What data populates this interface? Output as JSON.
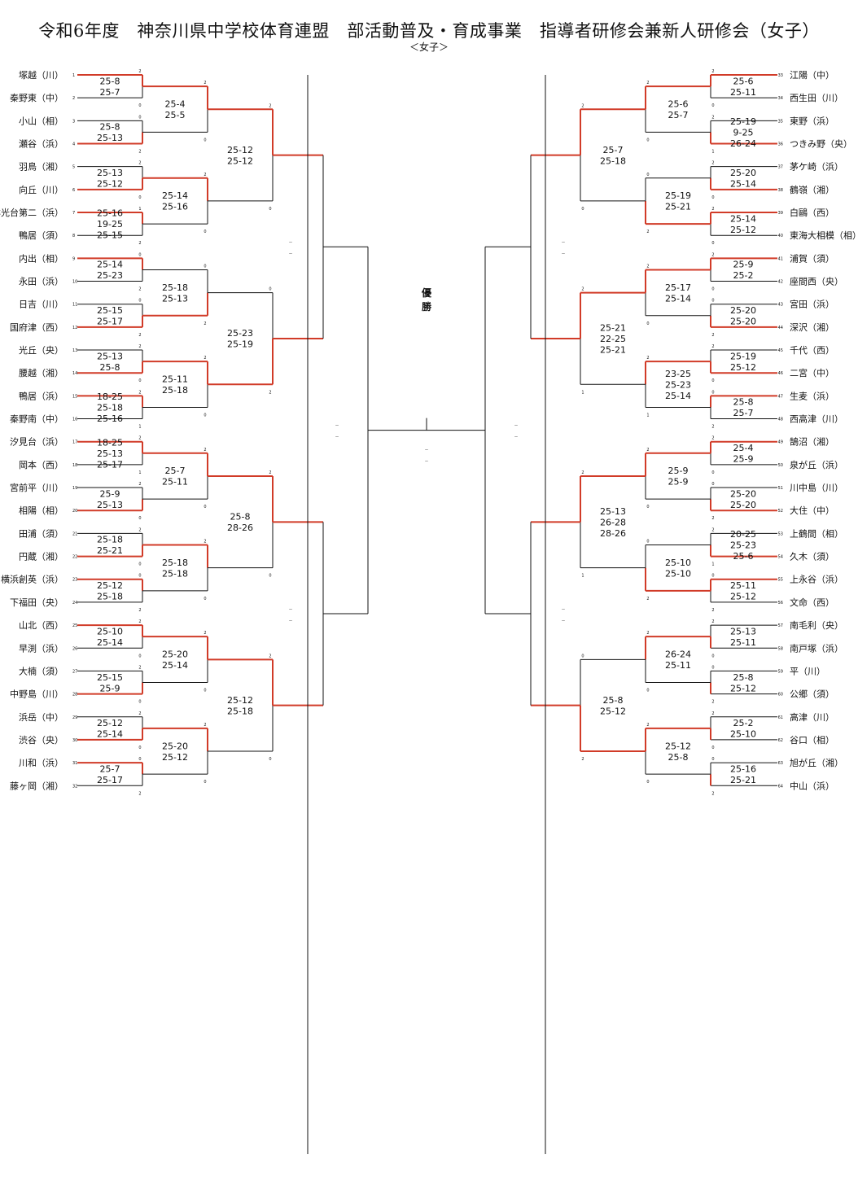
{
  "title": "令和6年度　神奈川県中学校体育連盟　部活動普及・育成事業　指導者研修会兼新人研修会（女子）",
  "subtitle": "＜女子＞",
  "champion_label": "優\n勝",
  "colors": {
    "win": "#d13b28",
    "line": "#111111"
  },
  "teams": [
    {
      "no": "1",
      "name": "塚越（川）"
    },
    {
      "no": "2",
      "name": "秦野東（中）"
    },
    {
      "no": "3",
      "name": "小山（相）"
    },
    {
      "no": "4",
      "name": "瀬谷（浜）"
    },
    {
      "no": "5",
      "name": "羽鳥（湘）"
    },
    {
      "no": "6",
      "name": "向丘（川）"
    },
    {
      "no": "7",
      "name": "洋光台第二（浜）"
    },
    {
      "no": "8",
      "name": "鴨居（須）"
    },
    {
      "no": "9",
      "name": "内出（相）"
    },
    {
      "no": "10",
      "name": "永田（浜）"
    },
    {
      "no": "11",
      "name": "日吉（川）"
    },
    {
      "no": "12",
      "name": "国府津（西）"
    },
    {
      "no": "13",
      "name": "光丘（央）"
    },
    {
      "no": "14",
      "name": "腰越（湘）"
    },
    {
      "no": "15",
      "name": "鴨居（浜）"
    },
    {
      "no": "16",
      "name": "秦野南（中）"
    },
    {
      "no": "17",
      "name": "汐見台（浜）"
    },
    {
      "no": "18",
      "name": "岡本（西）"
    },
    {
      "no": "19",
      "name": "宮前平（川）"
    },
    {
      "no": "20",
      "name": "相陽（相）"
    },
    {
      "no": "21",
      "name": "田浦（須）"
    },
    {
      "no": "22",
      "name": "円蔵（湘）"
    },
    {
      "no": "23",
      "name": "横浜創英（浜）"
    },
    {
      "no": "24",
      "name": "下福田（央）"
    },
    {
      "no": "25",
      "name": "山北（西）"
    },
    {
      "no": "26",
      "name": "早渕（浜）"
    },
    {
      "no": "27",
      "name": "大楠（須）"
    },
    {
      "no": "28",
      "name": "中野島（川）"
    },
    {
      "no": "29",
      "name": "浜岳（中）"
    },
    {
      "no": "30",
      "name": "渋谷（央）"
    },
    {
      "no": "31",
      "name": "川和（浜）"
    },
    {
      "no": "32",
      "name": "藤ヶ岡（湘）"
    },
    {
      "no": "33",
      "name": "江陽（中）"
    },
    {
      "no": "34",
      "name": "西生田（川）"
    },
    {
      "no": "35",
      "name": "東野（浜）"
    },
    {
      "no": "36",
      "name": "つきみ野（央）"
    },
    {
      "no": "37",
      "name": "茅ケ崎（浜）"
    },
    {
      "no": "38",
      "name": "鶴嶺（湘）"
    },
    {
      "no": "39",
      "name": "白鷗（西）"
    },
    {
      "no": "40",
      "name": "東海大相模（相）"
    },
    {
      "no": "41",
      "name": "浦賀（須）"
    },
    {
      "no": "42",
      "name": "座間西（央）"
    },
    {
      "no": "43",
      "name": "宮田（浜）"
    },
    {
      "no": "44",
      "name": "深沢（湘）"
    },
    {
      "no": "45",
      "name": "千代（西）"
    },
    {
      "no": "46",
      "name": "二宮（中）"
    },
    {
      "no": "47",
      "name": "生麦（浜）"
    },
    {
      "no": "48",
      "name": "西高津（川）"
    },
    {
      "no": "49",
      "name": "鵠沼（湘）"
    },
    {
      "no": "50",
      "name": "泉が丘（浜）"
    },
    {
      "no": "51",
      "name": "川中島（川）"
    },
    {
      "no": "52",
      "name": "大住（中）"
    },
    {
      "no": "53",
      "name": "上鶴間（相）"
    },
    {
      "no": "54",
      "name": "久木（須）"
    },
    {
      "no": "55",
      "name": "上永谷（浜）"
    },
    {
      "no": "56",
      "name": "文命（西）"
    },
    {
      "no": "57",
      "name": "南毛利（央）"
    },
    {
      "no": "58",
      "name": "南戸塚（浜）"
    },
    {
      "no": "59",
      "name": "平（川）"
    },
    {
      "no": "60",
      "name": "公郷（須）"
    },
    {
      "no": "61",
      "name": "高津（川）"
    },
    {
      "no": "62",
      "name": "谷口（相）"
    },
    {
      "no": "63",
      "name": "旭が丘（湘）"
    },
    {
      "no": "64",
      "name": "中山（浜）"
    }
  ],
  "rounds": [
    {
      "winners": [
        0,
        1,
        1,
        0,
        0,
        1,
        1,
        0,
        0,
        1,
        1,
        0,
        0,
        1,
        1,
        0,
        0,
        1,
        1,
        0,
        0,
        1,
        1,
        0,
        0,
        1,
        1,
        0
      ],
      "scores": [
        [
          "25-8",
          "25-7"
        ],
        [
          "25-8",
          "25-13"
        ],
        [
          "25-13",
          "25-12"
        ],
        [
          "25-16",
          "19-25",
          "25-15"
        ],
        [
          "25-14",
          "25-23"
        ],
        [
          "25-15",
          "25-17"
        ],
        [
          "25-13",
          "25-8"
        ],
        [
          "18-25",
          "25-18",
          "25-16"
        ],
        [
          "18-25",
          "25-13",
          "25-17"
        ],
        [
          "25-9",
          "25-13"
        ],
        [
          "25-18",
          "25-21"
        ],
        [
          "25-12",
          "25-18"
        ],
        [
          "25-10",
          "25-14"
        ],
        [
          "25-15",
          "25-9"
        ],
        [
          "25-12",
          "25-14"
        ],
        [
          "25-7",
          "25-17"
        ],
        [
          "25-6",
          "25-11"
        ],
        [
          "25-19",
          "9-25",
          "26-24"
        ],
        [
          "25-20",
          "25-14"
        ],
        [
          "25-14",
          "25-12"
        ],
        [
          "25-9",
          "25-2"
        ],
        [
          "25-20",
          "25-20"
        ],
        [
          "25-19",
          "25-12"
        ],
        [
          "25-8",
          "25-7"
        ],
        [
          "25-4",
          "25-9"
        ],
        [
          "25-20",
          "25-20"
        ],
        [
          "20-25",
          "25-23",
          "25-6"
        ],
        [
          "25-11",
          "25-12"
        ],
        [
          "25-13",
          "25-11"
        ],
        [
          "25-8",
          "25-12"
        ],
        [
          "25-2",
          "25-10"
        ],
        [
          "25-16",
          "25-21"
        ]
      ],
      "set_counts": [
        [
          "2",
          "0"
        ],
        [
          "0",
          "2"
        ],
        [
          "2",
          "0"
        ],
        [
          "1",
          "2"
        ],
        [
          "0",
          "2"
        ],
        [
          "0",
          "2"
        ],
        [
          "2",
          "0"
        ],
        [
          "2",
          "1"
        ],
        [
          "2",
          "1"
        ],
        [
          "2",
          "0"
        ],
        [
          "2",
          "0"
        ],
        [
          "0",
          "2"
        ],
        [
          "2",
          "0"
        ],
        [
          "2",
          "0"
        ],
        [
          "2",
          "0"
        ],
        [
          "0",
          "2"
        ],
        [
          "2",
          "0"
        ],
        [
          "2",
          "1"
        ],
        [
          "2",
          "0"
        ],
        [
          "2",
          "0"
        ],
        [
          "2",
          "0"
        ],
        [
          "0",
          "2"
        ],
        [
          "2",
          "0"
        ],
        [
          "0",
          "2"
        ],
        [
          "2",
          "0"
        ],
        [
          "0",
          "2"
        ],
        [
          "2",
          "1"
        ],
        [
          "0",
          "2"
        ],
        [
          "2",
          "0"
        ],
        [
          "0",
          "2"
        ],
        [
          "2",
          "0"
        ],
        [
          "0",
          "2"
        ]
      ]
    },
    {
      "scores": [
        [
          "25-4",
          "25-5"
        ],
        [
          "25-14",
          "25-16"
        ],
        [
          "25-18",
          "25-13"
        ],
        [
          "25-11",
          "25-18"
        ],
        [
          "25-7",
          "25-11"
        ],
        [
          "25-18",
          "25-18"
        ],
        [
          "25-20",
          "25-14"
        ],
        [
          "25-20",
          "25-12"
        ],
        [
          "25-6",
          "25-7"
        ],
        [
          "25-19",
          "25-21"
        ],
        [
          "25-17",
          "25-14"
        ],
        [
          "23-25",
          "25-23",
          "25-14"
        ],
        [
          "25-9",
          "25-9"
        ],
        [
          "25-10",
          "25-10"
        ],
        [
          "26-24",
          "25-11"
        ],
        [
          "25-12",
          "25-8"
        ]
      ],
      "set_counts": [
        [
          "2",
          "0"
        ],
        [
          "2",
          "0"
        ],
        [
          "0",
          "2"
        ],
        [
          "2",
          "0"
        ],
        [
          "2",
          "0"
        ],
        [
          "2",
          "0"
        ],
        [
          "2",
          "0"
        ],
        [
          "2",
          "0"
        ],
        [
          "2",
          "0"
        ],
        [
          "0",
          "2"
        ],
        [
          "2",
          "0"
        ],
        [
          "2",
          "1"
        ],
        [
          "2",
          "0"
        ],
        [
          "0",
          "2"
        ],
        [
          "2",
          "0"
        ],
        [
          "2",
          "0"
        ]
      ]
    },
    {
      "scores": [
        [
          "25-12",
          "25-12"
        ],
        [
          "25-23",
          "25-19"
        ],
        [
          "25-8",
          "28-26"
        ],
        [
          "25-12",
          "25-18"
        ],
        [
          "25-7",
          "25-18"
        ],
        [
          "25-21",
          "22-25",
          "25-21"
        ],
        [
          "25-13",
          "26-28",
          "28-26"
        ],
        [
          "25-8",
          "25-12"
        ]
      ],
      "set_counts": [
        [
          "2",
          "0"
        ],
        [
          "0",
          "2"
        ],
        [
          "2",
          "0"
        ],
        [
          "2",
          "0"
        ],
        [
          "2",
          "0"
        ],
        [
          "2",
          "1"
        ],
        [
          "2",
          "1"
        ],
        [
          "0",
          "2"
        ]
      ]
    }
  ],
  "later_rounds_marks": {
    "semis": [
      "－",
      "－"
    ],
    "final": [
      "－",
      "－"
    ]
  }
}
